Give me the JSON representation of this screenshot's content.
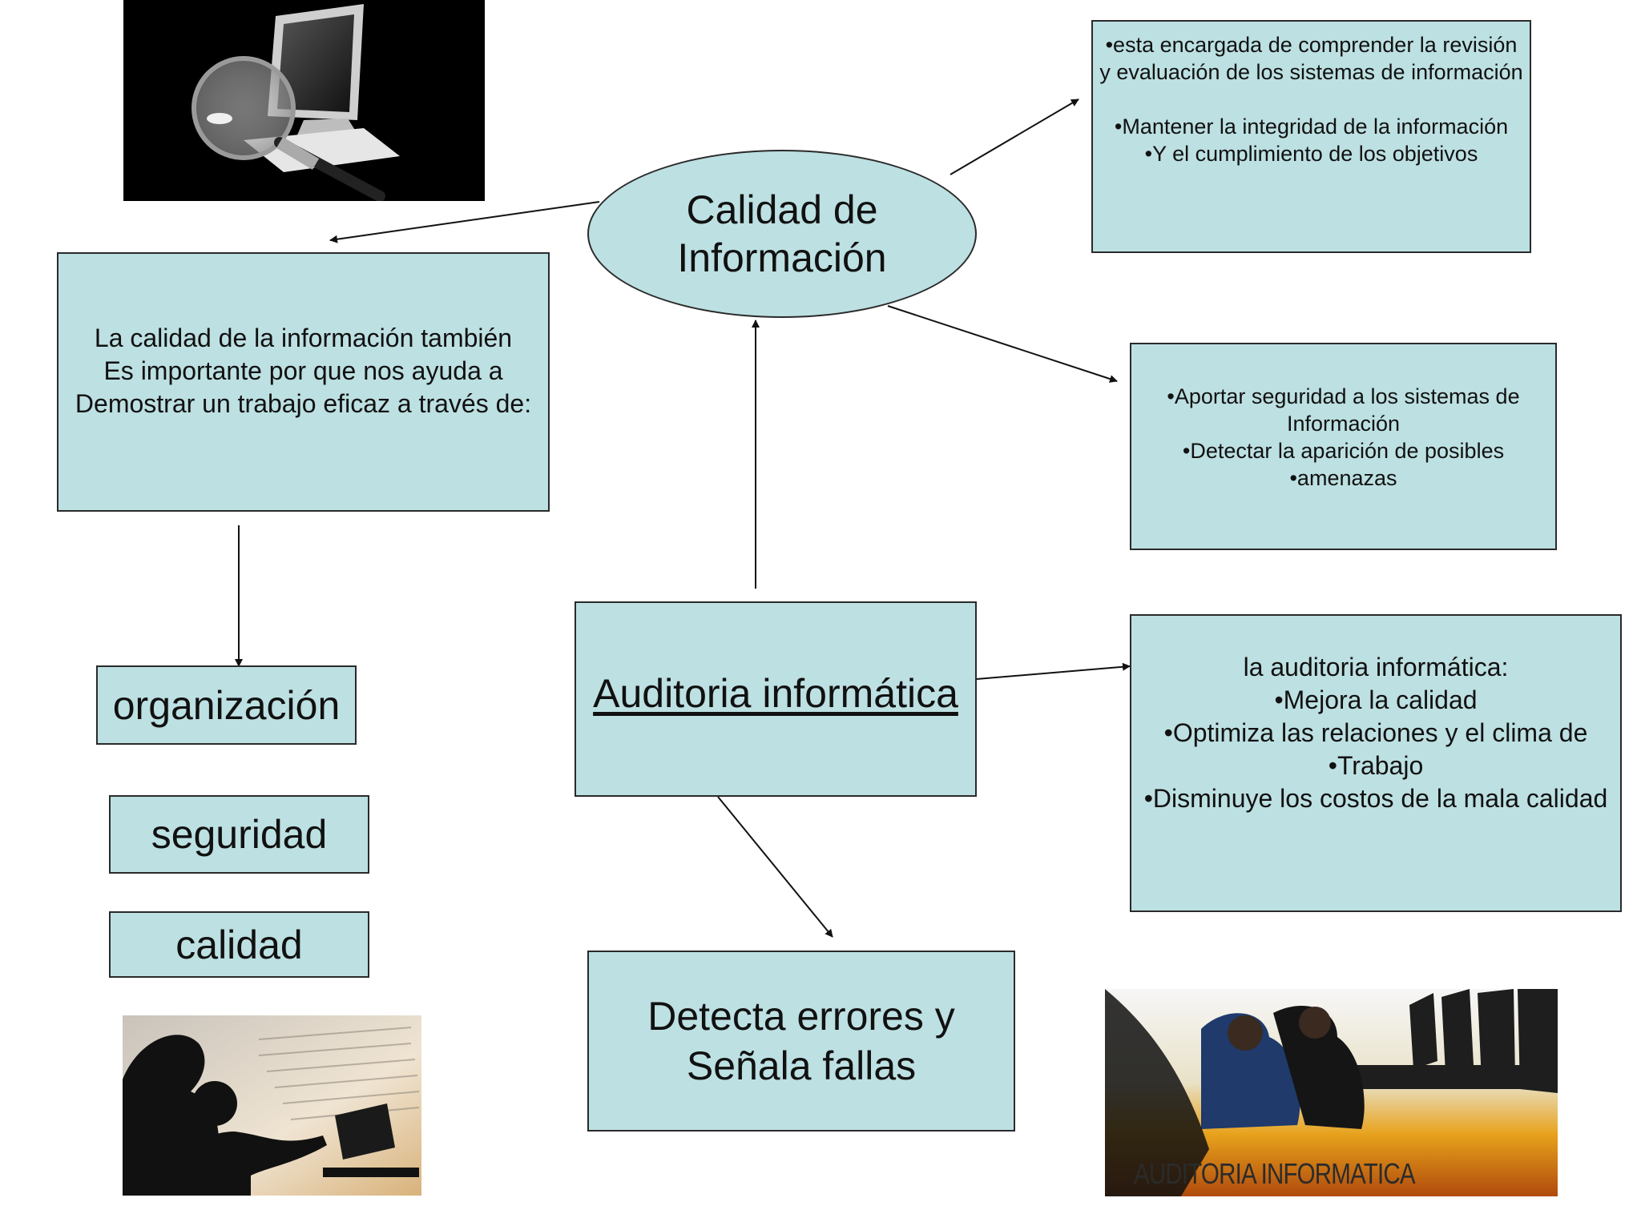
{
  "center": {
    "title_lines": [
      "Calidad de",
      "Información"
    ]
  },
  "top_right": {
    "lines": [
      "•esta encargada de comprender la revisión",
      "y evaluación de los sistemas de información",
      "",
      "•Mantener la integridad de la información",
      "•Y el cumplimiento de los objetivos"
    ]
  },
  "mid_right": {
    "lines": [
      "•Aportar seguridad a los sistemas de",
      "Información",
      "•Detectar la aparición de posibles",
      "•amenazas"
    ]
  },
  "left_box": {
    "lines": [
      "La calidad de la información también",
      "Es importante por que nos ayuda a",
      "Demostrar un trabajo eficaz a través de:"
    ]
  },
  "left_items": [
    "organización",
    "seguridad",
    "calidad"
  ],
  "auditoria": {
    "label": "Auditoria informática"
  },
  "right_auditoria": {
    "lines": [
      "la auditoria informática:",
      "•Mejora la calidad",
      "•Optimiza las relaciones y el clima de",
      "•Trabajo",
      "•Disminuye los costos de la mala calidad"
    ]
  },
  "bottom_center": {
    "lines": [
      "Detecta errores y",
      "Señala fallas"
    ]
  },
  "photo_bottom_right": {
    "caption": "AUDITORIA INFORMATICA"
  },
  "colors": {
    "box_fill": "#bde0e2",
    "border": "#2a2a2a",
    "arrow": "#111111"
  }
}
